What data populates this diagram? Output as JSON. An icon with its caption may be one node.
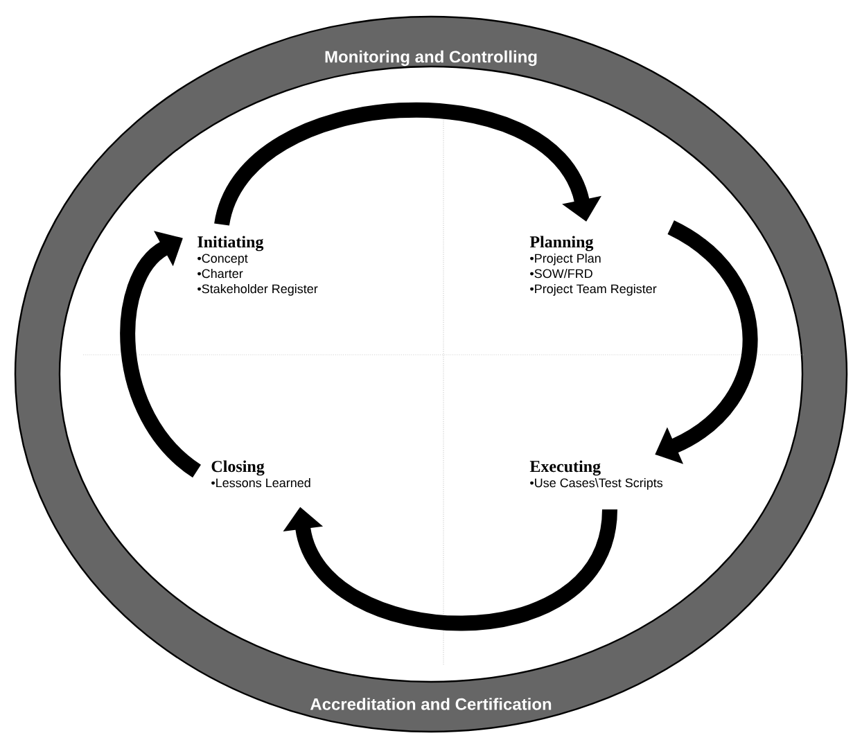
{
  "diagram": {
    "nodes": [
      {
        "text": [
          "Initiating",
          "•Concept",
          "•Charter",
          "•Stakeholder Register"
        ]
      },
      {
        "text": [
          "Planning",
          "•Project Plan",
          "•SOW/FRD",
          "•Project Team Register"
        ]
      },
      {
        "text": [
          "Executing",
          "•Use Cases\\Test Scripts"
        ]
      },
      {
        "text": [
          "Closing",
          "•Lessons Learned"
        ]
      }
    ],
    "edges": [
      {
        "from": 0,
        "to": 1,
        "arrow": "to"
      },
      {
        "from": 1,
        "to": 2,
        "arrow": "to"
      },
      {
        "from": 2,
        "to": 3,
        "arrow": "to"
      },
      {
        "from": 3,
        "to": 0,
        "arrow": "to"
      }
    ],
    "labels": [
      "Monitoring and Controlling",
      "Accreditation and Certification"
    ]
  }
}
